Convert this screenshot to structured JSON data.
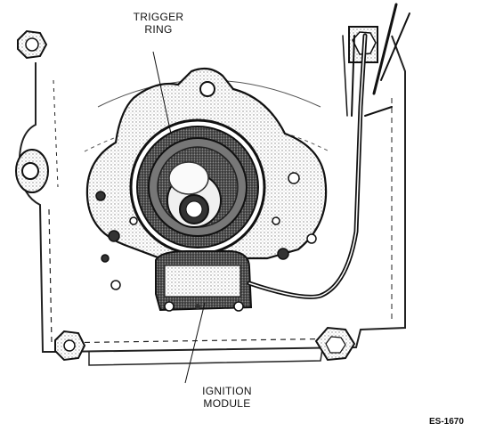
{
  "callouts": {
    "trigger_ring": [
      "TRIGGER",
      "RING"
    ],
    "ignition_module": [
      "IGNITION",
      "MODULE"
    ]
  },
  "figure_code": "ES-1670"
}
